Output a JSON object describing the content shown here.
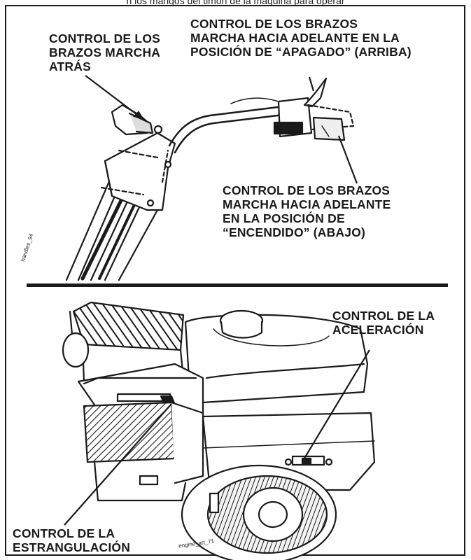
{
  "header": {
    "caption": "n los mangos del timón de la máquina para operar"
  },
  "handles_panel": {
    "reverse_label": "CONTROL DE LOS\nBRAZOS MARCHA\nATRÁS",
    "forward_off_label": "CONTROL DE LOS BRAZOS\nMARCHA HACIA ADELANTE EN LA\nPOSICIÓN DE “APAGADO” (ARRIBA)",
    "forward_on_label": "CONTROL DE LOS BRAZOS\nMARCHA HACIA ADELANTE\nEN LA POSICIÓN DE\n“ENCENDIDO” (ABAJO)",
    "art_tag": "handles_94"
  },
  "engine_panel": {
    "throttle_label": "CONTROL DE LA\nACELERACIÓN",
    "choke_label": "CONTROL DE LA\nESTRANGULACIÓN",
    "art_tag": "engine_art_71"
  }
}
